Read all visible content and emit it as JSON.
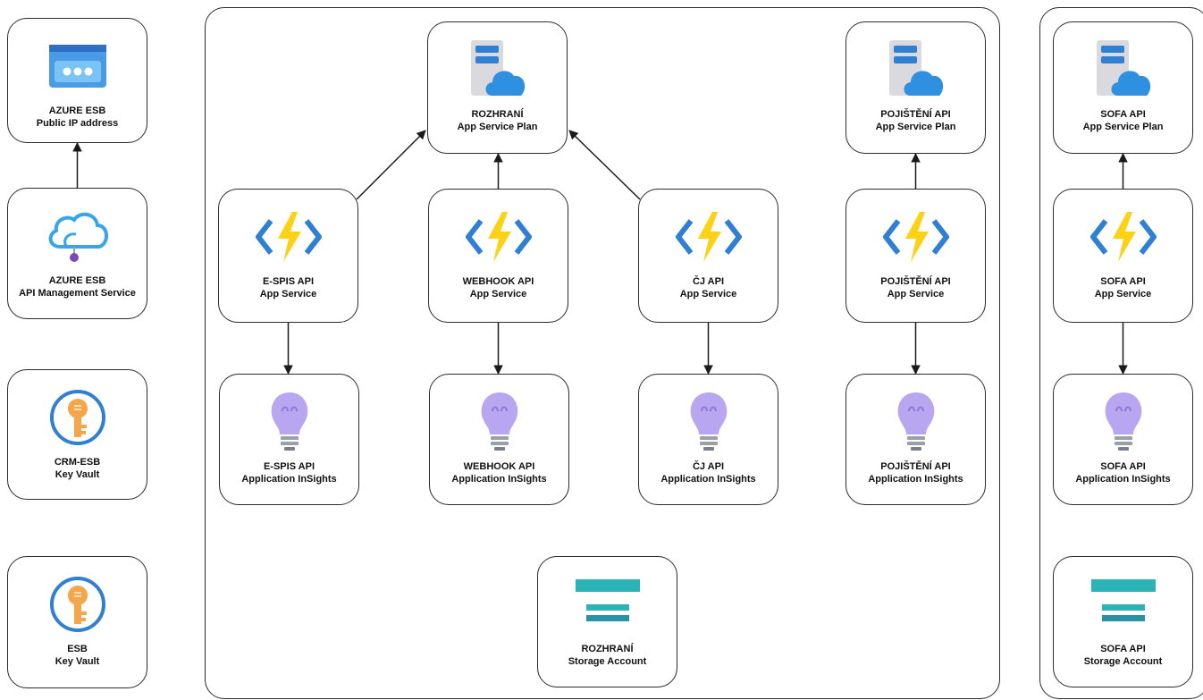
{
  "nodes": {
    "azure_ip": {
      "title": "AZURE ESB",
      "subtitle": "Public IP address",
      "icon": "public-ip-icon"
    },
    "azure_apim": {
      "title": "AZURE ESB",
      "subtitle": "API Management Service",
      "icon": "api-management-icon"
    },
    "crm_kv": {
      "title": "CRM-ESB",
      "subtitle": "Key Vault",
      "icon": "key-vault-icon"
    },
    "esb_kv": {
      "title": "ESB",
      "subtitle": "Key Vault",
      "icon": "key-vault-icon"
    },
    "rozhrani_plan": {
      "title": "ROZHRANÍ",
      "subtitle": "App Service Plan",
      "icon": "app-service-plan-icon"
    },
    "espis_app": {
      "title": "E-SPIS API",
      "subtitle": "App Service",
      "icon": "function-app-icon"
    },
    "webhook_app": {
      "title": "WEBHOOK API",
      "subtitle": "App Service",
      "icon": "function-app-icon"
    },
    "cj_app": {
      "title": "ČJ API",
      "subtitle": "App Service",
      "icon": "function-app-icon"
    },
    "espis_ai": {
      "title": "E-SPIS API",
      "subtitle": "Application InSights",
      "icon": "app-insights-icon"
    },
    "webhook_ai": {
      "title": "WEBHOOK API",
      "subtitle": "Application InSights",
      "icon": "app-insights-icon"
    },
    "cj_ai": {
      "title": "ČJ API",
      "subtitle": "Application InSights",
      "icon": "app-insights-icon"
    },
    "rozhrani_storage": {
      "title": "ROZHRANÍ",
      "subtitle": "Storage Account",
      "icon": "storage-account-icon"
    },
    "poj_plan": {
      "title": "POJIŠTĚNÍ API",
      "subtitle": "App Service Plan",
      "icon": "app-service-plan-icon"
    },
    "poj_app": {
      "title": "POJIŠTĚNÍ API",
      "subtitle": "App Service",
      "icon": "function-app-icon"
    },
    "poj_ai": {
      "title": "POJIŠTĚNÍ API",
      "subtitle": "Application InSights",
      "icon": "app-insights-icon"
    },
    "sofa_plan": {
      "title": "SOFA API",
      "subtitle": "App Service Plan",
      "icon": "app-service-plan-icon"
    },
    "sofa_app": {
      "title": "SOFA API",
      "subtitle": "App Service",
      "icon": "function-app-icon"
    },
    "sofa_ai": {
      "title": "SOFA API",
      "subtitle": "Application InSights",
      "icon": "app-insights-icon"
    },
    "sofa_storage": {
      "title": "SOFA API",
      "subtitle": "Storage Account",
      "icon": "storage-account-icon"
    }
  },
  "edges": [
    {
      "from": "azure_apim",
      "to": "azure_ip"
    },
    {
      "from": "espis_app",
      "to": "rozhrani_plan"
    },
    {
      "from": "webhook_app",
      "to": "rozhrani_plan"
    },
    {
      "from": "cj_app",
      "to": "rozhrani_plan"
    },
    {
      "from": "espis_app",
      "to": "espis_ai"
    },
    {
      "from": "webhook_app",
      "to": "webhook_ai"
    },
    {
      "from": "cj_app",
      "to": "cj_ai"
    },
    {
      "from": "poj_app",
      "to": "poj_plan"
    },
    {
      "from": "poj_app",
      "to": "poj_ai"
    },
    {
      "from": "sofa_app",
      "to": "sofa_plan"
    },
    {
      "from": "sofa_app",
      "to": "sofa_ai"
    }
  ],
  "colors": {
    "border": "#2b2b2b",
    "azure_blue": "#2f7fd3",
    "function_yellow": "#fcd116",
    "insights_purple": "#b9a6f1",
    "key_orange": "#f3a64c",
    "storage_teal": "#2bb3b8"
  }
}
